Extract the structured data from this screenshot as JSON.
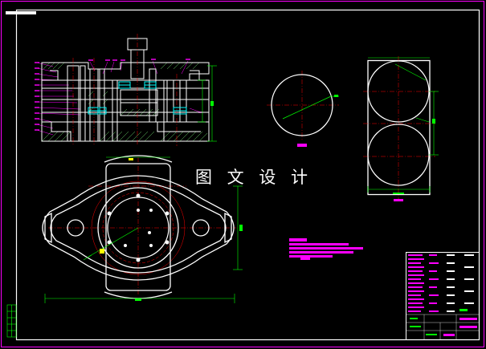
{
  "watermark": {
    "text": "图 文 设 计"
  },
  "colors": {
    "background": "#000000",
    "outline": "#ffffff",
    "border": "#ff00ff",
    "centerline": "#ff0000",
    "dimension": "#00ff00",
    "section": "#00ffff",
    "hatch": "#7fff7f",
    "accent": "#ffff00"
  },
  "views": [
    "front-section-view",
    "circle-detail-view",
    "double-circle-side-view",
    "top-plan-view",
    "notes-block",
    "title-block"
  ]
}
